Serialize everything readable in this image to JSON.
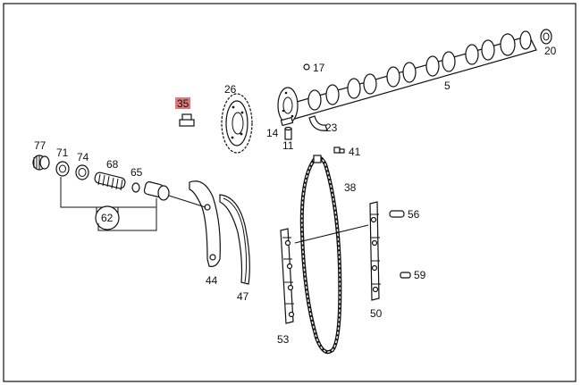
{
  "diagram": {
    "highlight_color": "#e0787c",
    "labels": {
      "p5": "5",
      "p11": "11",
      "p14": "14",
      "p17": "17",
      "p20": "20",
      "p23": "23",
      "p26": "26",
      "p35": "35",
      "p38": "38",
      "p41": "41",
      "p44": "44",
      "p47": "47",
      "p50": "50",
      "p53": "53",
      "p56": "56",
      "p59": "59",
      "p62": "62",
      "p65": "65",
      "p68": "68",
      "p71": "71",
      "p74": "74",
      "p77": "77"
    },
    "highlighted_label": "35"
  }
}
